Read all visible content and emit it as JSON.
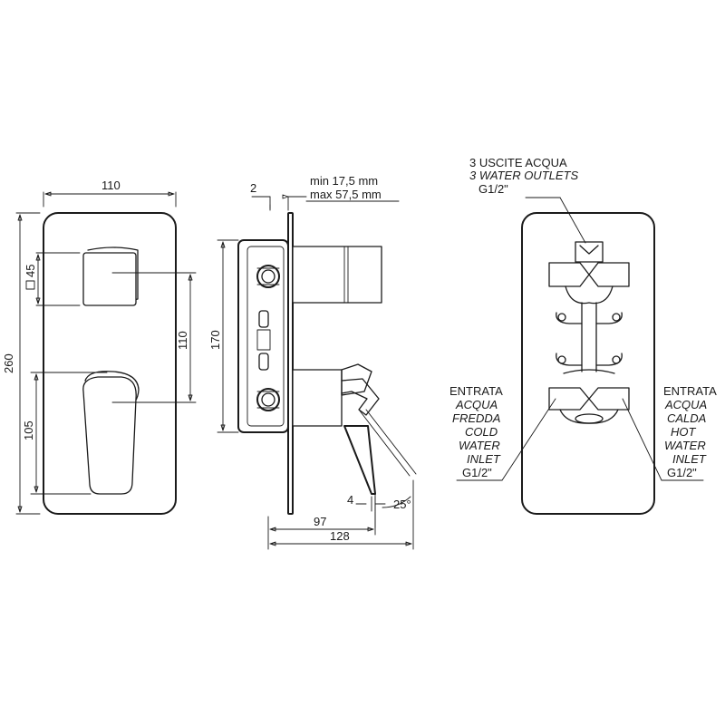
{
  "front_view": {
    "width_label": "110",
    "height_label": "260",
    "square_label": "45",
    "spacing_label": "110",
    "lever_label": "105"
  },
  "side_view": {
    "plate_label": "2",
    "min_depth": "min 17,5 mm",
    "max_depth": "max 57,5 mm",
    "body_height": "170",
    "lever_offset": "4",
    "angle": "25°",
    "depth_97": "97",
    "depth_128": "128"
  },
  "back_view": {
    "outlets_line1": "3 USCITE ACQUA",
    "outlets_line2": "3 WATER OUTLETS",
    "outlets_size": "G1/2\"",
    "cold_lines": [
      "ENTRATA",
      "ACQUA",
      "FREDDA",
      "COLD",
      "WATER",
      "INLET",
      "G1/2\""
    ],
    "hot_lines": [
      "ENTRATA",
      "ACQUA",
      "CALDA",
      "HOT",
      "WATER",
      "INLET",
      "G1/2\""
    ]
  }
}
